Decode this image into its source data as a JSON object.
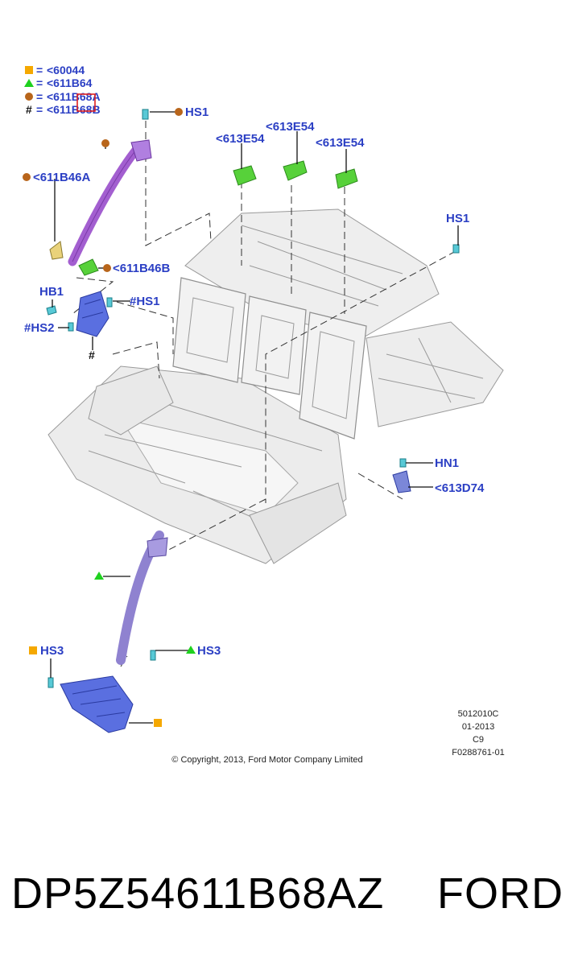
{
  "legend": [
    {
      "symbol": "square-orange",
      "text": "<60044"
    },
    {
      "symbol": "triangle-green",
      "text": "<611B64"
    },
    {
      "symbol": "circle-brown",
      "text": "<611B68A"
    },
    {
      "symbol": "hash",
      "text": "<611B68B"
    }
  ],
  "legend_eq": "=",
  "labels": {
    "hs1_top": "HS1",
    "b46a": "<611B46A",
    "b46b": "<611B46B",
    "e54_left": "<613E54",
    "e54_mid": "<613E54",
    "e54_right": "<613E54",
    "hs1_right": "HS1",
    "hb1": "HB1",
    "hs1_left": "#HS1",
    "hs2": "#HS2",
    "hash_lone": "#",
    "hn1": "HN1",
    "d74": "<613D74",
    "hs3_left": "HS3",
    "hs3_right": "HS3"
  },
  "meta": {
    "code1": "5012010C",
    "code2": "01-2013",
    "code3": "C9",
    "code4": "F0288761-01",
    "copyright": "© Copyright, 2013, Ford Motor Company Limited"
  },
  "footer": {
    "part_number": "DP5Z54611B68AZ",
    "brand": "FORD"
  },
  "colors": {
    "label_blue": "#2b3fc4",
    "marker_orange": "#f5a800",
    "marker_green": "#1fd11f",
    "marker_brown": "#b8651b",
    "part_purple": "#a35fd0",
    "part_green": "#57d13a",
    "bracket_blue": "#5a6fe0",
    "fastener_cyan": "#58c9d6",
    "highlight_red": "#e02020"
  }
}
